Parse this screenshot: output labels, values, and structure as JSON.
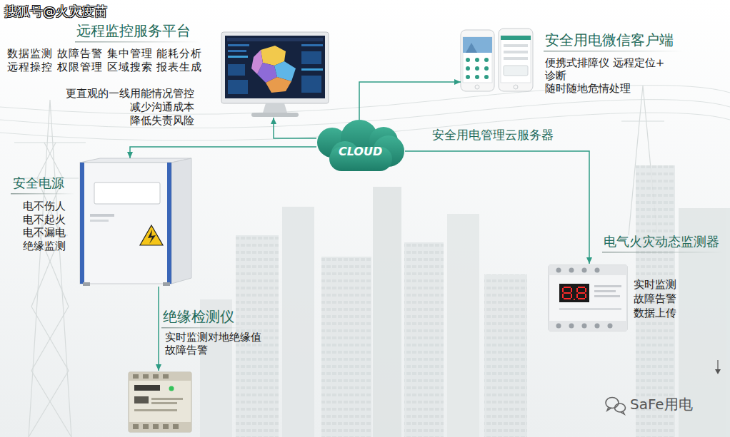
{
  "diagram": {
    "nodes": [
      {
        "text": [
          "远程监控服务平台",
          "数据监测 故障告警 集中管理 能耗分析 远程操控 权限管理 区域搜索 报表生成",
          "更直观的一线用能情况管控 减少沟通成本 降低失责风险"
        ]
      },
      {
        "text": [
          "安全用电微信客户端",
          "便携式排障仪 远程定位+ 诊断",
          "随时随地危情处理"
        ]
      },
      {
        "text": [
          "CLOUD",
          "安全用电管理云服务器"
        ]
      },
      {
        "text": [
          "安全电源",
          "电不伤人 电不起火 电不漏电 绝缘监测"
        ]
      },
      {
        "text": [
          "绝缘检测仪",
          "实时监测对地绝缘值 故障告警"
        ]
      },
      {
        "text": [
          "电气火灾动态监测器",
          "实时监测 故障告警 数据上传"
        ]
      }
    ],
    "edges": [
      {
        "from": 2,
        "to": 0,
        "arrow": "to"
      },
      {
        "from": 2,
        "to": 1,
        "arrow": "to"
      },
      {
        "from": 2,
        "to": 3,
        "arrow": "to"
      },
      {
        "from": 3,
        "to": 4,
        "arrow": "to"
      },
      {
        "from": 2,
        "to": 5,
        "arrow": "to"
      }
    ],
    "labels": [
      "搜狐号@火灾疫苗",
      "SaFe用电"
    ]
  }
}
